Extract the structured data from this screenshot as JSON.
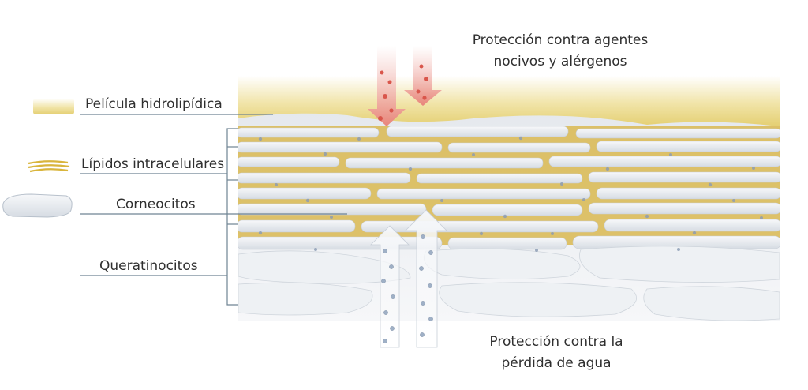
{
  "labels": {
    "pelicula": "Película hidrolipídica",
    "lipidos": "Lípidos intracelulares",
    "corneocitos": "Corneocitos",
    "queratinocitos": "Queratinocitos"
  },
  "captions": {
    "top_line1": "Protección contra agentes",
    "top_line2": "nocivos y alérgenos",
    "bottom_line1": "Protección contra la",
    "bottom_line2": "pérdida de agua"
  },
  "colors": {
    "film": "#ead98f",
    "lipid": "#d9b53c",
    "cell": "#e4e8ec",
    "leader_line": "#6f8493",
    "arrow_red": "#e8847a",
    "particle": "#8a9bb4"
  }
}
